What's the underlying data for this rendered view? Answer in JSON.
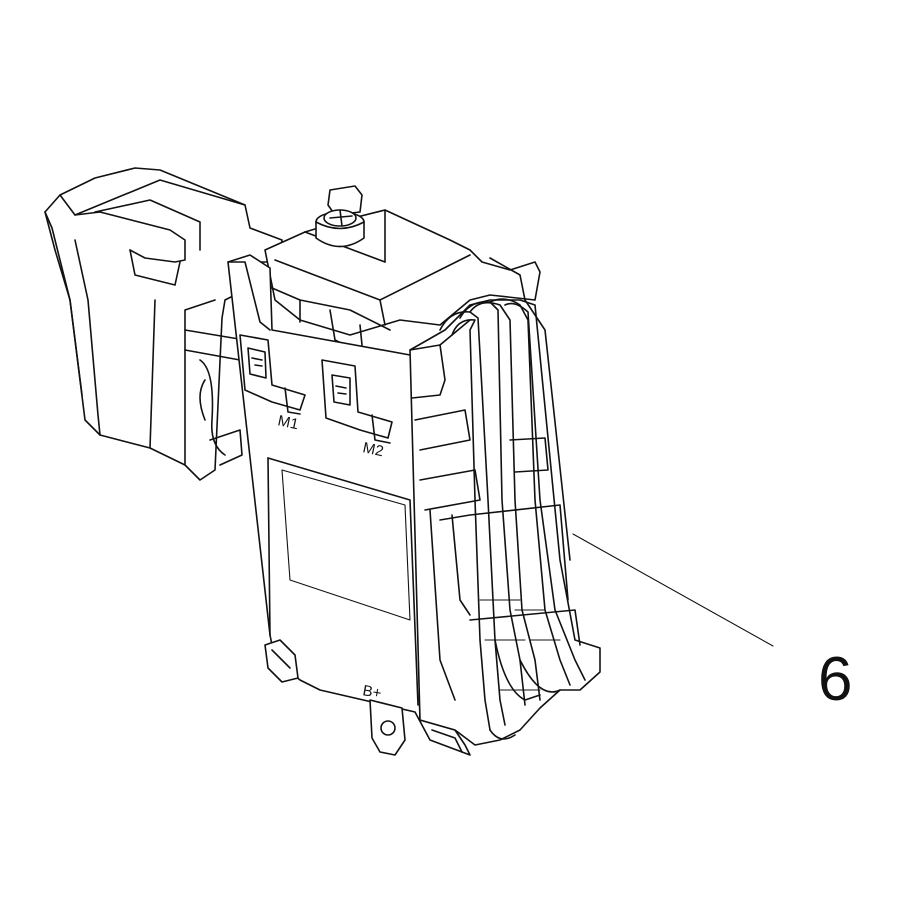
{
  "diagram": {
    "callout_number": "6",
    "terminal_labels": {
      "m1": "M1",
      "m2": "M2",
      "bplus": "B+"
    }
  }
}
